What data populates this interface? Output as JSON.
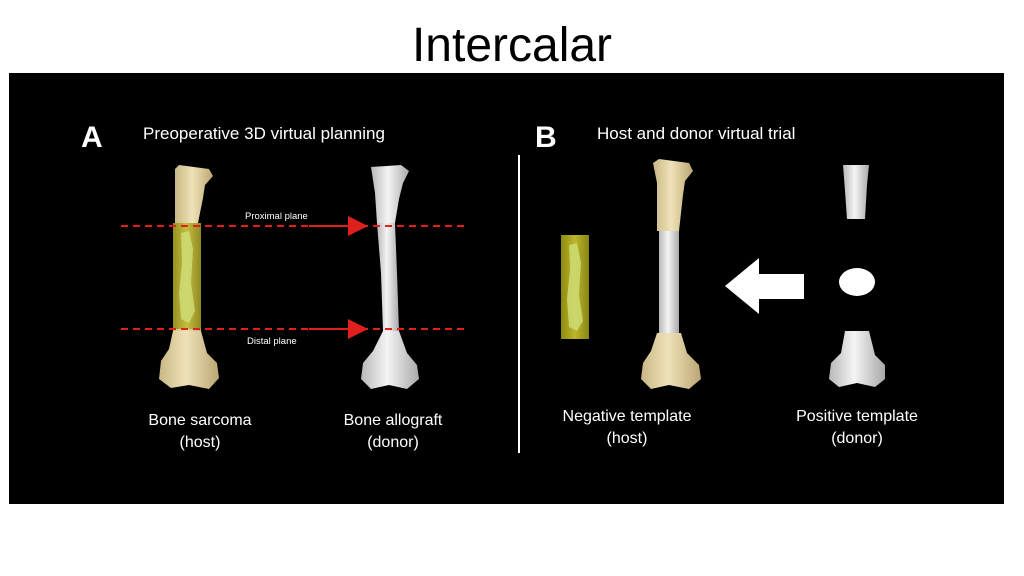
{
  "slide": {
    "title": "Intercalar"
  },
  "panel_a": {
    "letter": "A",
    "heading": "Preoperative 3D virtual planning",
    "proximal_plane": "Proximal plane",
    "distal_plane": "Distal plane",
    "host_caption_1": "Bone sarcoma",
    "host_caption_2": "(host)",
    "donor_caption_1": "Bone allograft",
    "donor_caption_2": "(donor)"
  },
  "panel_b": {
    "letter": "B",
    "heading": "Host and donor virtual trial",
    "negative_caption_1": "Negative template",
    "negative_caption_2": "(host)",
    "positive_caption_1": "Positive template",
    "positive_caption_2": "(donor)"
  },
  "colors": {
    "bone_host": "#e6d6a8",
    "bone_allograft": "#ececec",
    "tumor": "#b9b21a",
    "cut_plane": "#e0201c",
    "background": "#000000"
  }
}
